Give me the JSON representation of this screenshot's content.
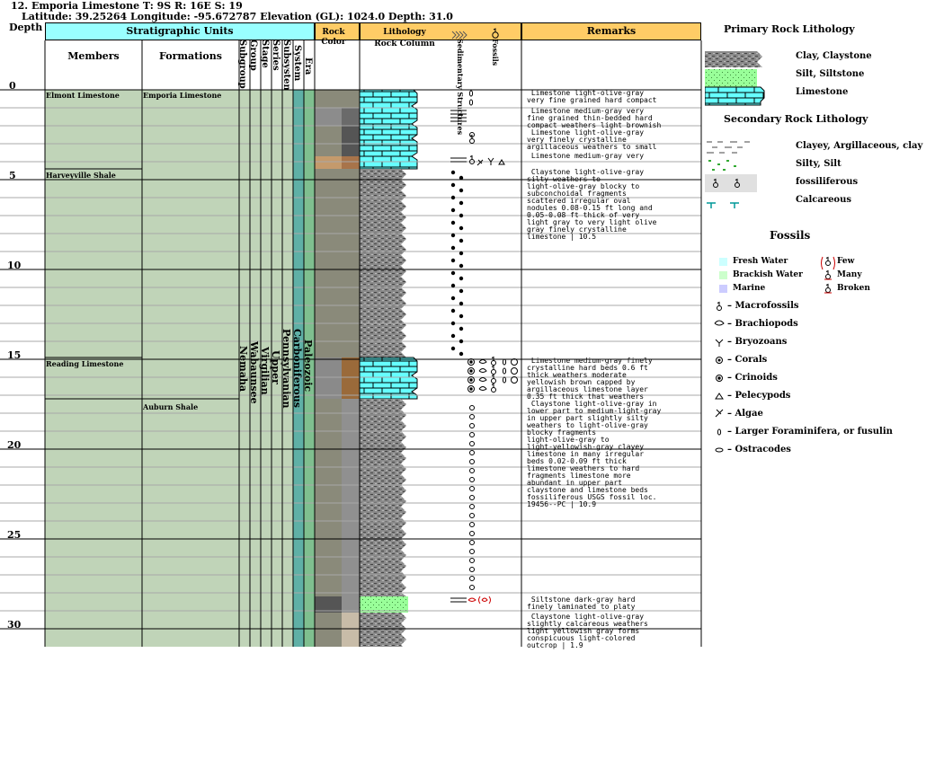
{
  "header": {
    "title": "12. Emporia Limestone T: 9S R: 16E S: 19",
    "location": "Latitude: 39.25264 Longitude: -95.672787 Elevation (GL): 1024.0 Depth: 31.0"
  },
  "columns": {
    "depth": "Depth",
    "strat_units": "Stratigraphic Units",
    "members": "Members",
    "formations": "Formations",
    "subgroup": "Subgroup",
    "group": "Group",
    "stage": "Stage",
    "series": "Series",
    "subsystem": "Subsystem",
    "system": "System",
    "era": "Era",
    "rock_color": "Rock Color",
    "lithology": "Lithology",
    "rock_column": "Rock Column",
    "sedimentary_structures": "Sedimentary Structures",
    "fossils": "Fossils",
    "remarks": "Remarks"
  },
  "depth_ticks": [
    "0",
    "5",
    "10",
    "15",
    "20",
    "25",
    "30"
  ],
  "strat": {
    "subgroup": "Nemaha",
    "group": "Wabaunsee",
    "stage": "Virgilian",
    "series": "Upper",
    "subsystem": "Pennsylvanian",
    "system": "Carboniferous",
    "era": "Paleozoic"
  },
  "members": [
    {
      "name": "Elmont Limestone"
    },
    {
      "name": "Harveyville Shale"
    },
    {
      "name": "Reading Limestone"
    }
  ],
  "formations": [
    {
      "name": "Emporia Limestone"
    },
    {
      "name": "Auburn Shale"
    }
  ],
  "remarks": [
    {
      "text": " Limestone light-olive-gray\nvery fine grained hard compact"
    },
    {
      "text": " Limestone medium-gray very\nfine grained thin-bedded hard\ncompact weathers light brownish"
    },
    {
      "text": " Limestone light-olive-gray\nvery finely crystalline\nargillaceous weathers to small"
    },
    {
      "text": " Limestone medium-gray very"
    },
    {
      "text": " Claystone light-olive-gray\nsilty weathers to\nlight-olive-gray blocky to\nsubconchoidal fragments\nscattered irregular oval\nnodules 0.08-0.15 ft long and\n0.05-0.08 ft thick of very\nlight gray to very light olive\ngray finely crystalline\nlimestone | 10.5"
    },
    {
      "text": " Limestone medium-gray finely\ncrystalline hard beds 0.6 ft\nthick weathers moderate\nyellowish brown capped by\nargillaceous limestone layer\n0.35 ft thick that weathers"
    },
    {
      "text": " Claystone light-olive-gray in\nlower part to medium-light-gray\nin upper part slightly silty\nweathers to light-olive-gray\nblocky fragments\nlight-olive-gray to\nlight-yellowish-gray clayey\nlimestone in many irregular\nbeds 0.02-0.09 ft thick\nlimestone weathers to hard\nfragments limestone more\nabundant in upper part\nclaystone and limestone beds\nfossiliferous USGS fossil loc.\n19456--PC | 10.9"
    },
    {
      "text": " Siltstone dark-gray hard\nfinely laminated to platy"
    },
    {
      "text": " Claystone light-olive-gray\nslightly calcareous weathers\nlight yellowish gray forms\nconspicuous light-colored\noutcrop | 1.9"
    }
  ],
  "legend": {
    "primary_title": "Primary Rock Lithology",
    "primary": [
      "Clay, Claystone",
      "Silt, Siltstone",
      "Limestone"
    ],
    "secondary_title": "Secondary Rock Lithology",
    "secondary": [
      "Clayey, Argillaceous, clay",
      "Silty, Silt",
      "fossiliferous",
      "Calcareous"
    ],
    "fossils_title": "Fossils",
    "env": [
      "Fresh Water",
      "Brackish Water",
      "Marine"
    ],
    "abundance": [
      "Few",
      "Many",
      "Broken"
    ],
    "fossil_types": [
      "– Macrofossils",
      "– Brachiopods",
      "– Bryozoans",
      "– Corals",
      "– Crinoids",
      "– Pelecypods",
      "– Algae",
      "– Larger Foraminifera, or fusulin",
      "– Ostracodes"
    ]
  },
  "colors": {
    "header_yellow": "#ffcc66",
    "header_cyan": "#99ffff",
    "strat_green": "#c0d4b8",
    "limestone": "#66ffff",
    "siltstone": "#99ff99",
    "claystone_gray": "#888888",
    "fresh_water": "#ccffff",
    "brackish_water": "#ccffcc",
    "marine": "#ccccff"
  }
}
